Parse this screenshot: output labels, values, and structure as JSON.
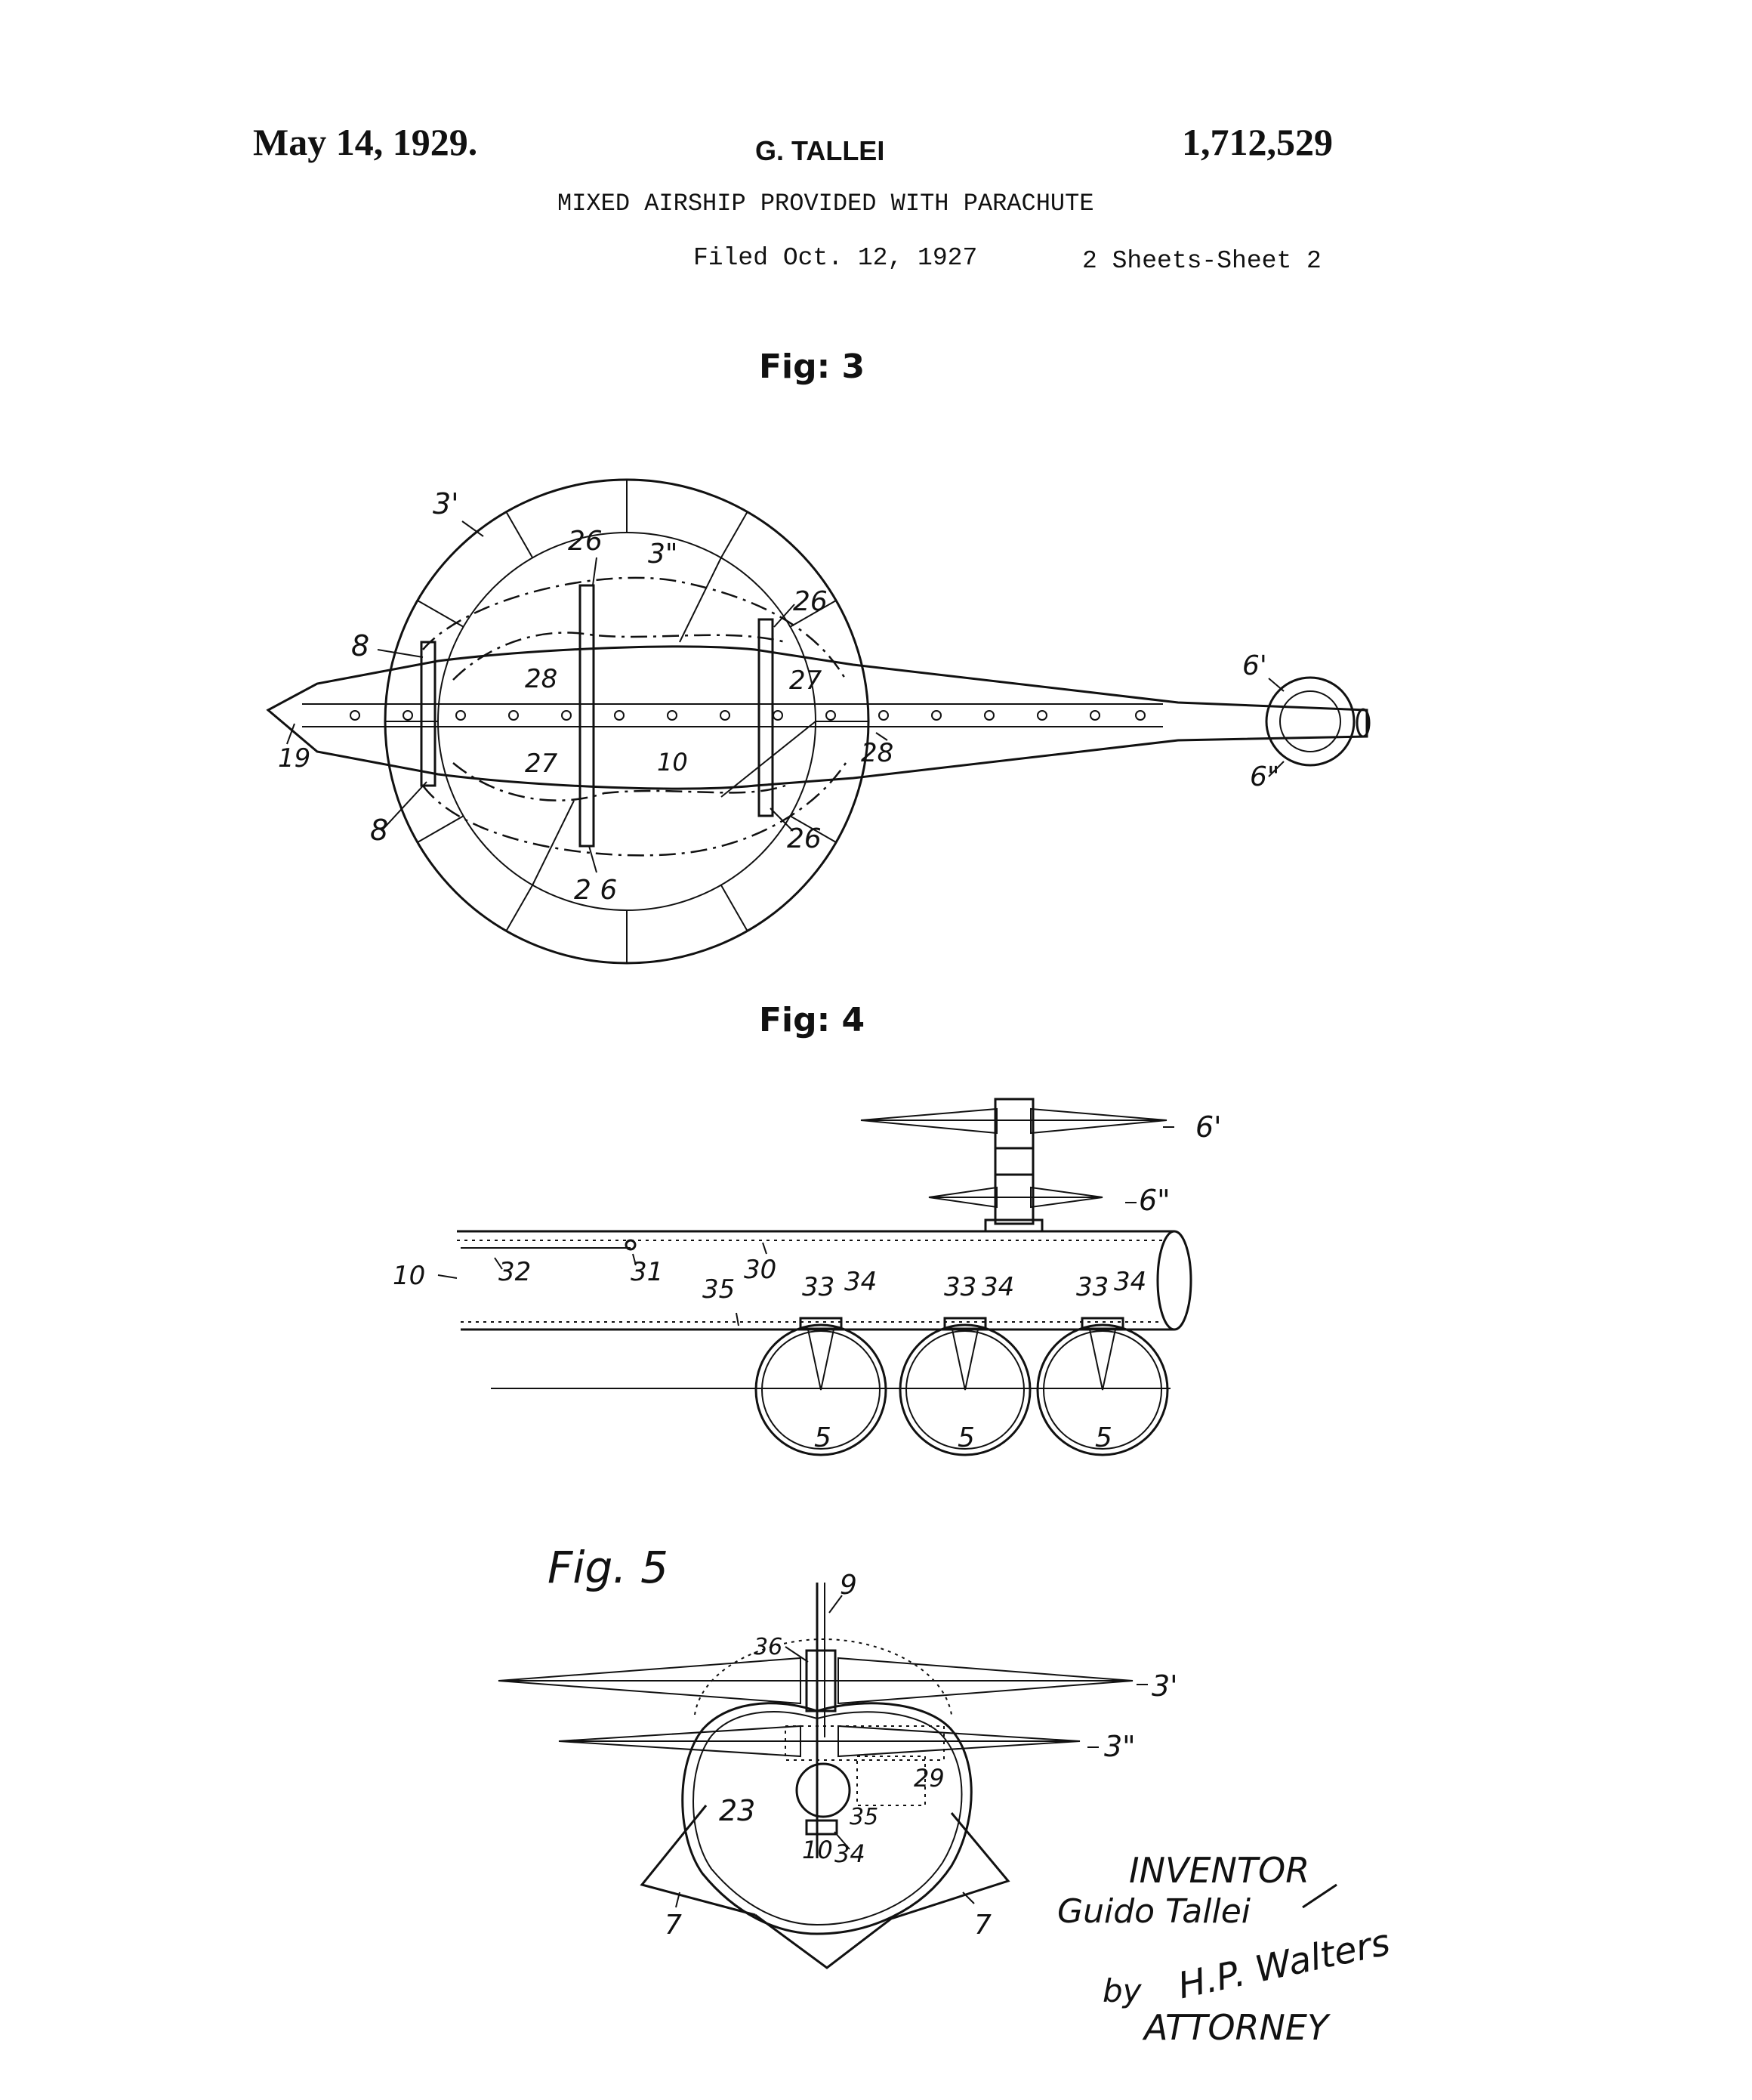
{
  "header": {
    "date": "May 14, 1929.",
    "inventor_name": "G. TALLEI",
    "patent_number": "1,712,529",
    "title": "MIXED AIRSHIP PROVIDED WITH PARACHUTE",
    "filed": "Filed Oct. 12, 1927",
    "sheets": "2 Sheets-Sheet  2"
  },
  "fig3": {
    "label": "Fig: 3",
    "refs": {
      "r3p": "3'",
      "r3pp": "3\"",
      "r26a": "26",
      "r26b": "26",
      "r26c": "26",
      "r26d": "2 6",
      "r8a": "8",
      "r8b": "8",
      "r28a": "28",
      "r28b": "28",
      "r27a": "27",
      "r27b": "27",
      "r10": "10",
      "r19": "19",
      "r6p": "6'",
      "r6pp": "6\""
    }
  },
  "fig4": {
    "label": "Fig: 4",
    "refs": {
      "r6p": "6'",
      "r6pp": "6\"",
      "r10": "10",
      "r32": "32",
      "r31": "31",
      "r30": "30",
      "r35": "35",
      "r33a": "33",
      "r34a": "34",
      "r33b": "33",
      "r34b": "34",
      "r33c": "33",
      "r34c": "34",
      "r5a": "5",
      "r5b": "5",
      "r5c": "5"
    }
  },
  "fig5": {
    "label": "Fig. 5",
    "refs": {
      "r9": "9",
      "r36": "36",
      "r3p": "3'",
      "r3pp": "3\"",
      "r29": "29",
      "r23": "23",
      "r35": "35",
      "r10": "10",
      "r34": "34",
      "r7a": "7",
      "r7b": "7"
    }
  },
  "signature": {
    "inventor_heading": "INVENTOR",
    "inventor_signature": "Guido Tallei",
    "by": "by",
    "attorney_signature": "H.P. Walters",
    "attorney_heading": "ATTORNEY"
  }
}
